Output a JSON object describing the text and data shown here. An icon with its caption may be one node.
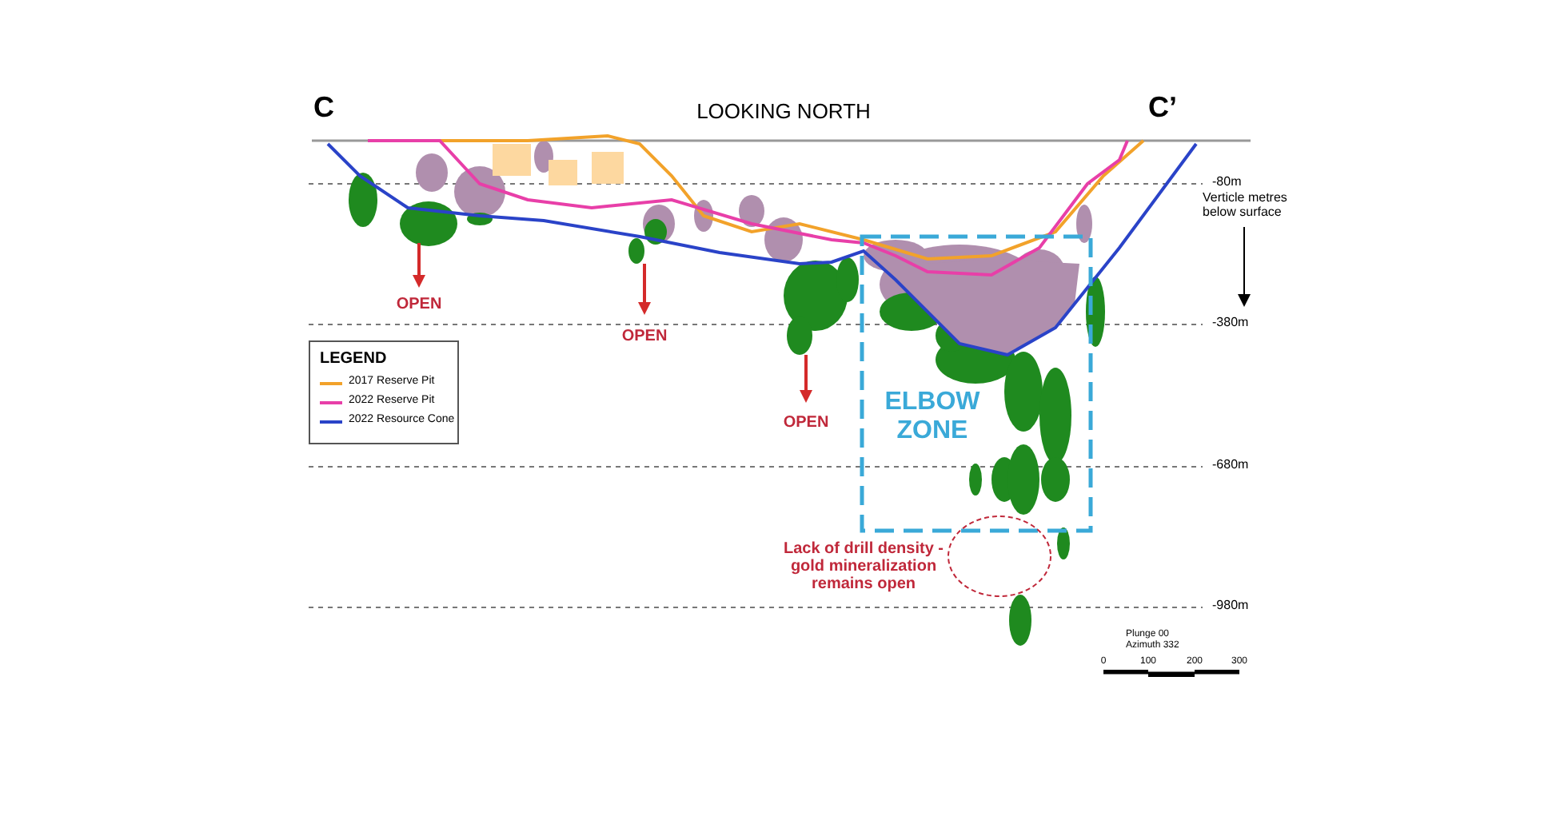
{
  "diagram": {
    "title": "LOOKING NORTH",
    "nodes": [
      {
        "text": [
          "ELBOW ZONE"
        ]
      },
      {
        "text": [],
        "shape": "ellipse",
        "beside": [
          "Lack of drill density - gold mineralization remains open"
        ]
      }
    ],
    "edges": [],
    "labels": [
      "C",
      "C’",
      "-80m",
      "Verticle metres below surface",
      "-380m",
      "OPEN",
      "OPEN",
      "OPEN",
      "-680m",
      "-980m",
      "Plunge 00 Azimuth 332",
      "0",
      "100",
      "200",
      "300",
      "LEGEND"
    ],
    "legend": [
      {
        "text": "2017 Reserve Pit"
      },
      {
        "text": "2022 Reserve Pit"
      },
      {
        "text": "2022 Resource Cone"
      }
    ]
  }
}
